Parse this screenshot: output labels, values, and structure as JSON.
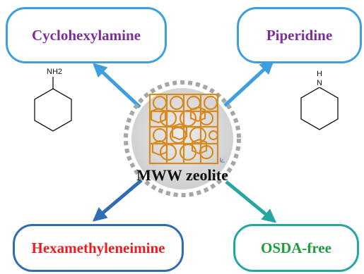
{
  "center": {
    "label": "MWW zeolite"
  },
  "nodes": [
    {
      "id": "tl",
      "label": "Cyclohexylamine",
      "color": "#7b2e9e",
      "border": "#3d9fe0"
    },
    {
      "id": "tr",
      "label": "Piperidine",
      "color": "#7b2e9e",
      "border": "#3d9fe0"
    },
    {
      "id": "bl",
      "label": "Hexamethyleneimine",
      "color": "#ee1c1c",
      "border": "#2f6db3"
    },
    {
      "id": "br",
      "label": "OSDA-free",
      "color": "#1e9d3a",
      "border": "#25a6a0"
    }
  ],
  "molecules": {
    "cyclohexylamine": {
      "group": "NH2"
    },
    "piperidine": {
      "h": "H",
      "n": "N"
    }
  },
  "colors": {
    "framework": "#d98a1e",
    "dotted_ring": "#a6a6a6",
    "arrow_top": "#3d9fe0",
    "arrow_bl": "#2f6db3",
    "arrow_br": "#25a6a0"
  }
}
